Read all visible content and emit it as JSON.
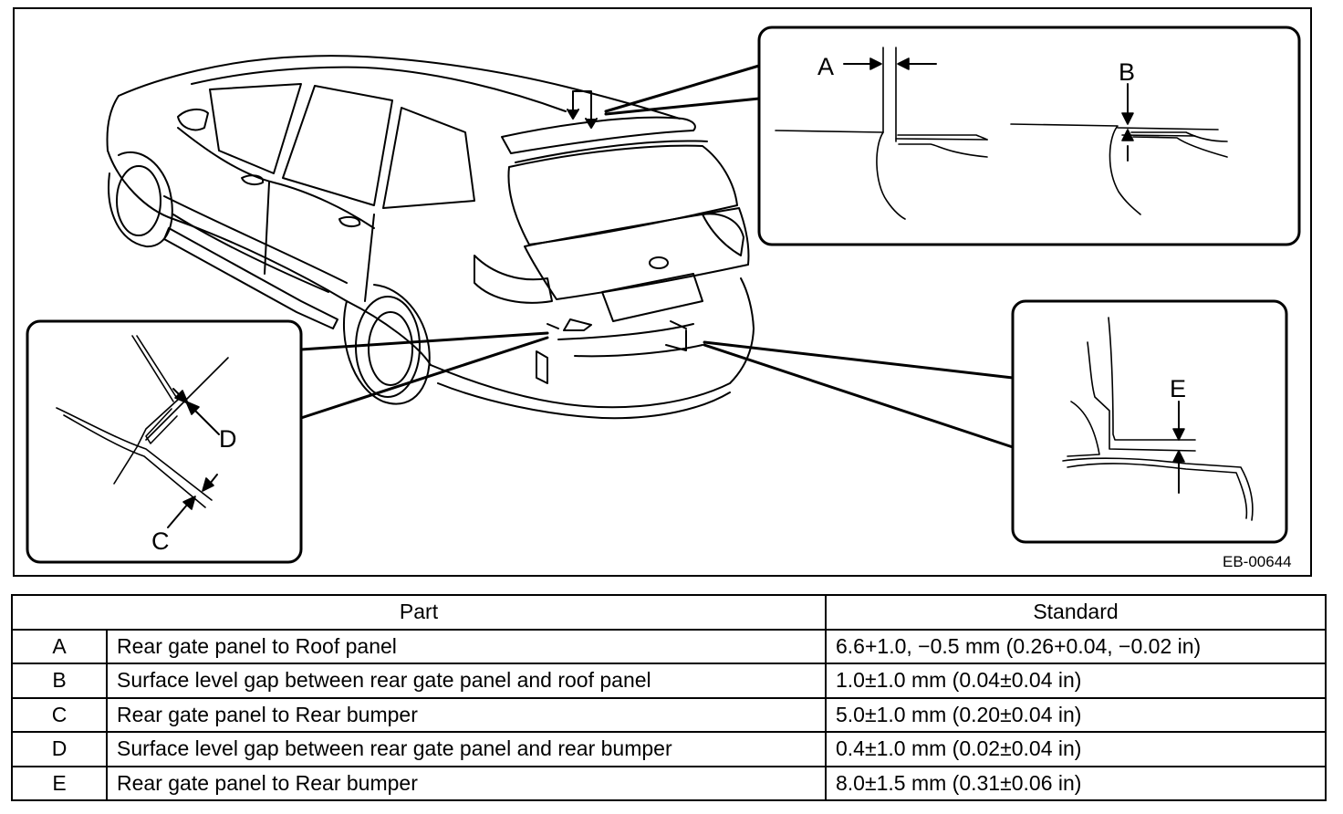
{
  "figure": {
    "id": "EB-00644",
    "callouts": [
      "A",
      "B",
      "C",
      "D",
      "E"
    ]
  },
  "table": {
    "headers": {
      "part": "Part",
      "standard": "Standard"
    },
    "rows": [
      {
        "letter": "A",
        "part": "Rear gate panel to Roof panel",
        "standard": "6.6+1.0, −0.5 mm (0.26+0.04, −0.02 in)"
      },
      {
        "letter": "B",
        "part": "Surface level gap between rear gate panel and roof panel",
        "standard": "1.0±1.0 mm (0.04±0.04 in)"
      },
      {
        "letter": "C",
        "part": "Rear gate panel to Rear bumper",
        "standard": "5.0±1.0 mm (0.20±0.04 in)"
      },
      {
        "letter": "D",
        "part": "Surface level gap between rear gate panel and rear bumper",
        "standard": "0.4±1.0 mm (0.02±0.04 in)"
      },
      {
        "letter": "E",
        "part": "Rear gate panel to Rear bumper",
        "standard": "8.0±1.5 mm (0.31±0.06 in)"
      }
    ]
  }
}
